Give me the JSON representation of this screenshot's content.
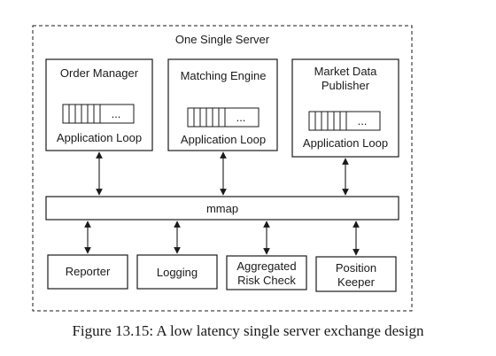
{
  "server": {
    "title": "One Single Server"
  },
  "components": [
    {
      "name_lines": [
        "Order Manager"
      ],
      "loop_label": "Application Loop",
      "queue_label": "..."
    },
    {
      "name_lines": [
        "Matching Engine"
      ],
      "loop_label": "Application Loop",
      "queue_label": "..."
    },
    {
      "name_lines": [
        "Market Data",
        "Publisher"
      ],
      "loop_label": "Application Loop",
      "queue_label": "..."
    }
  ],
  "mmap": {
    "label": "mmap"
  },
  "consumers": [
    {
      "lines": [
        "Reporter"
      ]
    },
    {
      "lines": [
        "Logging"
      ]
    },
    {
      "lines": [
        "Aggregated",
        "Risk Check"
      ]
    },
    {
      "lines": [
        "Position",
        "Keeper"
      ]
    }
  ],
  "caption": "Figure 13.15: A low latency single server exchange design"
}
